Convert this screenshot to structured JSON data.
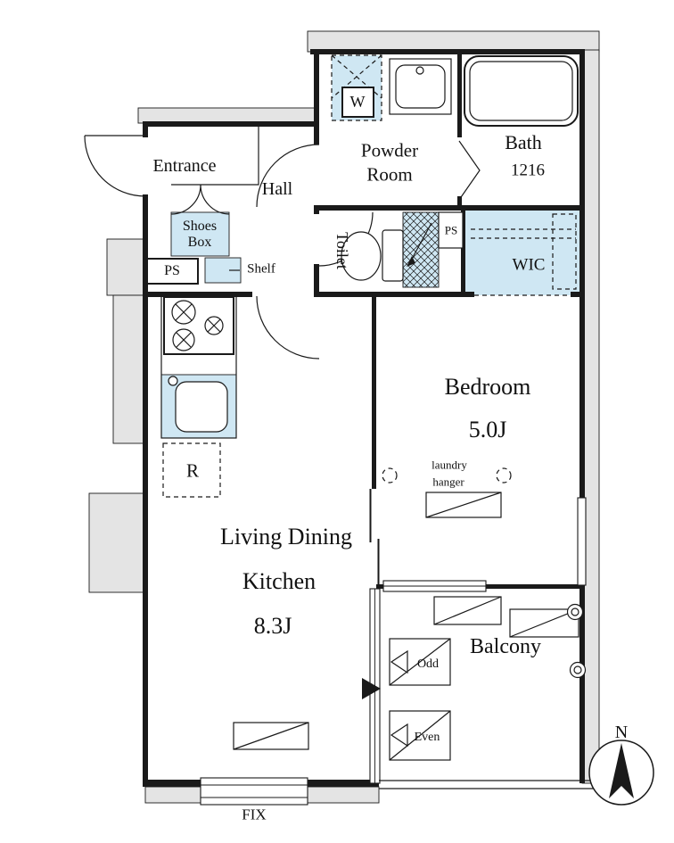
{
  "colors": {
    "wall": "#1a1a1a",
    "fixture_blue": "#cfe7f3",
    "exterior_gray": "#e4e4e4"
  },
  "rooms": {
    "entrance": {
      "label": "Entrance"
    },
    "hall": {
      "label": "Hall"
    },
    "powder_room": {
      "line1": "Powder",
      "line2": "Room"
    },
    "bath": {
      "label": "Bath",
      "size": "1216"
    },
    "toilet": {
      "label": "Toilet"
    },
    "wic": {
      "label": "WIC"
    },
    "bedroom": {
      "label": "Bedroom",
      "size": "5.0J"
    },
    "ldk": {
      "line1": "Living Dining",
      "line2": "Kitchen",
      "size": "8.3J"
    },
    "balcony": {
      "label": "Balcony"
    }
  },
  "fixtures": {
    "shoes_box": {
      "line1": "Shoes",
      "line2": "Box"
    },
    "ps_entrance": {
      "label": "PS"
    },
    "ps_toilet": {
      "label": "PS"
    },
    "shelf": {
      "label": "Shelf"
    },
    "washing_machine": {
      "label": "W"
    },
    "refrigerator": {
      "label": "R"
    },
    "laundry_hanger": {
      "line1": "laundry",
      "line2": "hanger"
    }
  },
  "markers": {
    "balcony_odd": {
      "label": "Odd"
    },
    "balcony_even": {
      "label": "Even"
    },
    "fix_window": {
      "label": "FIX"
    },
    "compass": {
      "label": "N"
    }
  }
}
